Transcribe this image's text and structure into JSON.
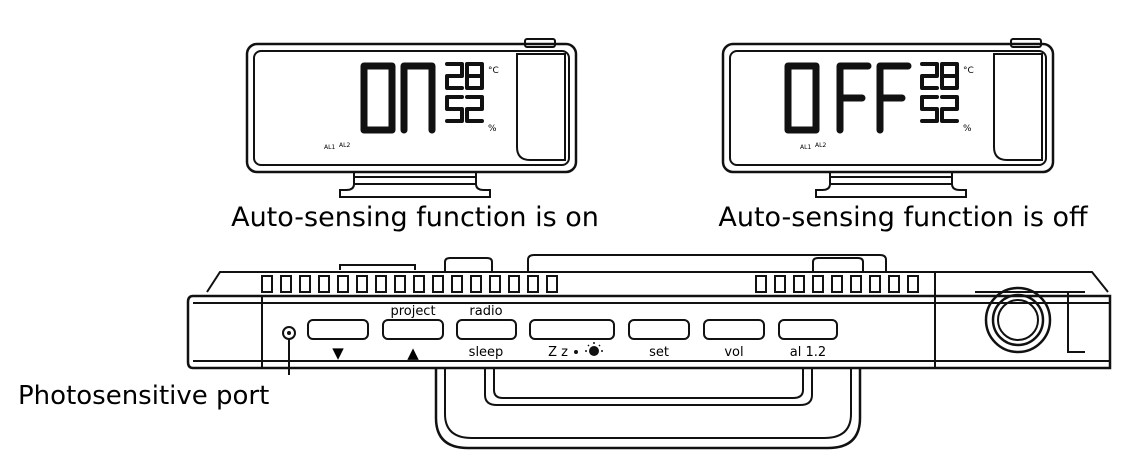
{
  "clocks": [
    {
      "caption": "Auto-sensing function is on",
      "big": "ON",
      "temperature": "28",
      "temp_unit": "°C",
      "humidity": "52",
      "humidity_unit": "%",
      "alarm1": "AL1",
      "alarm2": "AL2"
    },
    {
      "caption": "Auto-sensing function is off",
      "big": "OFF",
      "temperature": "28",
      "temp_unit": "°C",
      "humidity": "52",
      "humidity_unit": "%",
      "alarm1": "AL1",
      "alarm2": "AL2"
    }
  ],
  "port_label": "Photosensitive port",
  "buttons": {
    "down_symbol": "▼",
    "project_label": "project",
    "up_symbol": "▲",
    "radio_label": "radio",
    "sleep_label": "sleep",
    "snooze_label": "Z z",
    "set_label": "set",
    "vol_label": "vol",
    "alarm_label": "al 1.2"
  }
}
